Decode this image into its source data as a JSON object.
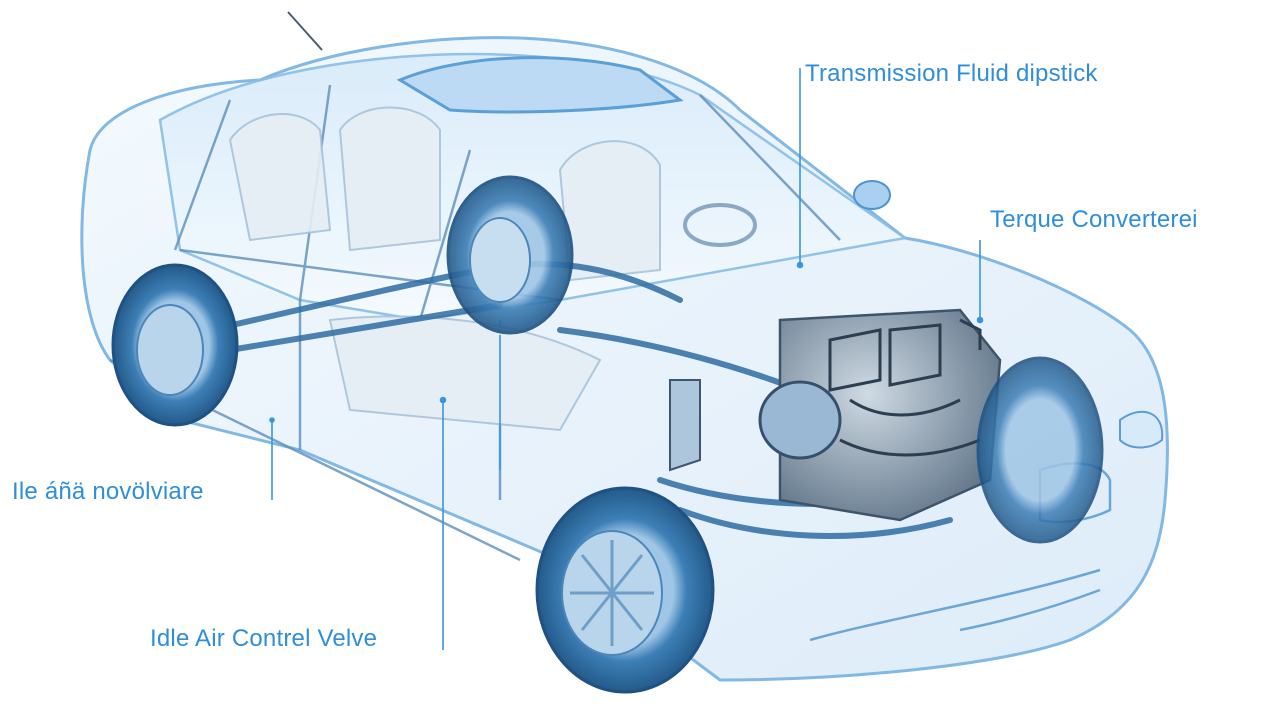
{
  "labels": {
    "transmission": "Transmission Fluid dipstick",
    "torque": "Terque Converterei",
    "ile": "Ile áñä novölviare",
    "iacv": "Idle Air Contrel Velve"
  },
  "colors": {
    "label": "#2f8ed8",
    "body_outline": "#6eaee0",
    "body_fill": "#eaf4fc",
    "tire": "#2e6fa6",
    "rim": "#8fb9dd",
    "engine": "#5e7487",
    "leader": "#3b95dc"
  },
  "icons": [
    "car-body",
    "front-left-wheel",
    "rear-left-wheel",
    "rear-right-wheel",
    "front-right-wheel",
    "engine-assembly",
    "exhaust-pipe",
    "seat"
  ]
}
